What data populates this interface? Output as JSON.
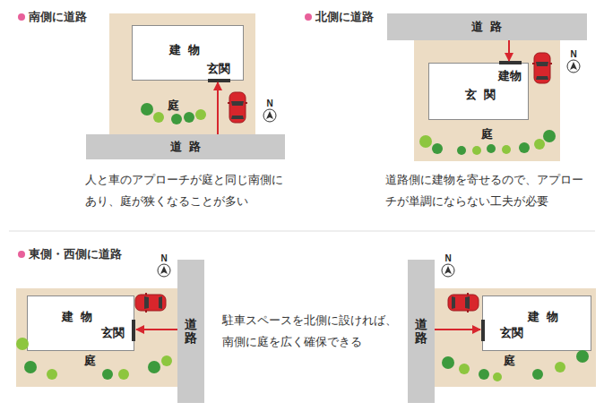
{
  "diagram": {
    "nodes": [
      {
        "text": [
          "庭"
        ]
      },
      {
        "text": [
          "建物",
          "玄関"
        ],
        "in": 0
      },
      {
        "text": [
          "道路"
        ]
      },
      {
        "text": [
          "道路"
        ]
      },
      {
        "text": [
          "庭"
        ]
      },
      {
        "text": [
          "建物",
          "玄関"
        ],
        "in": 4
      },
      {
        "text": [
          "庭"
        ]
      },
      {
        "text": [
          "建物",
          "玄関"
        ],
        "in": 6
      },
      {
        "text": [
          "道路"
        ]
      },
      {
        "text": [
          "道路"
        ]
      },
      {
        "text": [
          "庭"
        ]
      },
      {
        "text": [
          "建物",
          "玄関"
        ],
        "in": 10
      }
    ],
    "edges": [
      {
        "from": 2,
        "to": 1,
        "arrow": "to"
      },
      {
        "from": 3,
        "to": 5,
        "arrow": "to"
      },
      {
        "from": 8,
        "to": 7,
        "arrow": "to"
      },
      {
        "from": 9,
        "to": 11,
        "arrow": "to"
      }
    ],
    "labels": [
      "南側に道路",
      "北側に道路",
      "N",
      "N",
      "人と車のアプローチが庭と同じ南側に あり、庭が狭くなることが多い",
      "道路側に建物を寄せるので、アプロー チが単調にならない工夫が必要",
      "東側・西側に道路",
      "N",
      "駐車スペースを北側に設ければ、 南側に庭を広く確保できる",
      "N"
    ]
  }
}
